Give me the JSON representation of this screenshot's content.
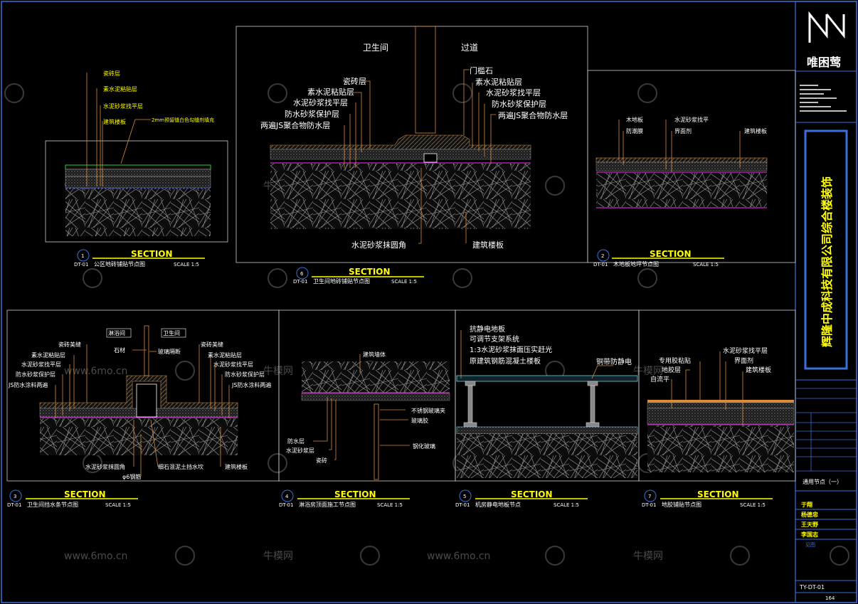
{
  "watermark": {
    "site": "www.6mo.cn",
    "brand": "牛模网"
  },
  "title_block": {
    "logo_text": "唯困莺",
    "company": "辉隆中成科技有限公司综合楼装饰",
    "sheet_title": "通用节点（一）",
    "people": [
      "于翔",
      "杨德忠",
      "王天野",
      "李国志"
    ],
    "label_see": "见图",
    "sheet_no": "TY-DT-01",
    "page_no": "164"
  },
  "section_word": "SECTION",
  "details": [
    {
      "num": "1",
      "sheet": "DT-01",
      "title": "公区地砖铺贴节点图",
      "scale": "SCALE 1:5",
      "labels": [
        "瓷砖层",
        "素水泥粘贴层",
        "水泥砂浆找平层",
        "建筑楼板",
        "2mm预留缝白色勾缝剂填充"
      ]
    },
    {
      "num": "6",
      "sheet": "DT-01",
      "title": "卫生间地砖铺贴节点图",
      "scale": "SCALE 1:5",
      "labels": [
        "卫生间",
        "过道",
        "瓷砖层",
        "素水泥粘贴层",
        "水泥砂浆找平层",
        "防水砂浆保护层",
        "两遍JS聚合物防水层",
        "门槛石",
        "素水泥粘贴层",
        "水泥砂浆找平层",
        "防水砂浆保护层",
        "两遍JS聚合物防水层",
        "水泥砂浆抹圆角",
        "建筑楼板"
      ]
    },
    {
      "num": "2",
      "sheet": "DT-01",
      "title": "木地板地坪节点图",
      "scale": "SCALE 1:5",
      "labels": [
        "木地板",
        "防潮膜",
        "水泥砂浆找平",
        "界面剂",
        "建筑楼板"
      ]
    },
    {
      "num": "3",
      "sheet": "DT-01",
      "title": "卫生间挡水条节点图",
      "scale": "SCALE 1:5",
      "labels": [
        "淋浴间",
        "卫生间",
        "石材",
        "玻璃隔断",
        "瓷砖美缝",
        "素水泥粘贴层",
        "水泥砂浆找平层",
        "防水砂浆保护层",
        "JS防水涂料两遍",
        "瓷砖美缝",
        "素水泥粘贴层",
        "水泥砂浆找平层",
        "防水砂浆保护层",
        "JS防水涂料两遍",
        "水泥砂浆抹圆角",
        "细石混泥土挡水坎",
        "φ6钢筋",
        "建筑楼板"
      ]
    },
    {
      "num": "4",
      "sheet": "DT-01",
      "title": "淋浴房顶面施工节点图",
      "scale": "SCALE 1:5",
      "labels": [
        "建筑墙体",
        "不锈钢玻璃夹",
        "玻璃胶",
        "钢化玻璃",
        "防水层",
        "水泥砂浆层",
        "瓷砖"
      ]
    },
    {
      "num": "5",
      "sheet": "DT-01",
      "title": "机房静电地板节点",
      "scale": "SCALE 1:5",
      "labels": [
        "抗静电地板",
        "可调节支架系统",
        "1:3水泥砂浆抹面压实赶光",
        "原建筑钢筋混凝土楼板",
        "铜带防静电"
      ]
    },
    {
      "num": "7",
      "sheet": "DT-01",
      "title": "地胶铺贴节点图",
      "scale": "SCALE 1:5",
      "labels": [
        "专用胶粘贴",
        "地胶层",
        "自流平",
        "水泥砂浆找平层",
        "界面剂",
        "建筑楼板"
      ]
    }
  ]
}
